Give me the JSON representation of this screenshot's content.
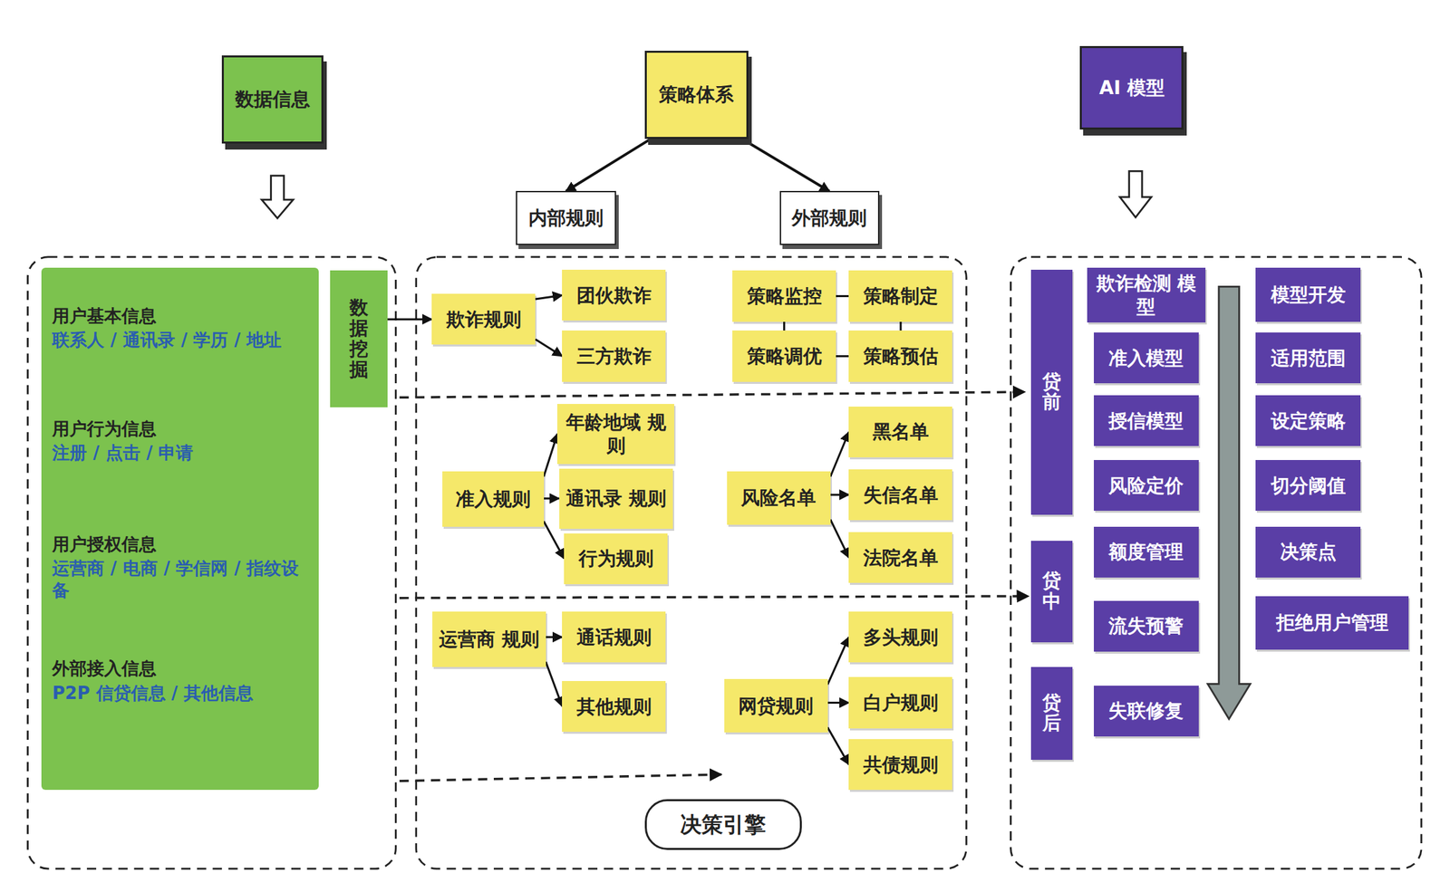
{
  "diagram": {
    "nodes": [
      {
        "text": [
          "数据信息"
        ]
      },
      {
        "text": [
          "策略体系"
        ]
      },
      {
        "text": [
          "AI 模型"
        ]
      },
      {
        "text": [
          "内部规则"
        ]
      },
      {
        "text": [
          "外部规则"
        ]
      },
      {
        "text": [
          "用户基本信息",
          "联系人 / 通讯录 / 学历 / 地址",
          "用户行为信息",
          "注册 / 点击 / 申请",
          "用户授权信息",
          "运营商 / 电商 / 学信网 / 指纹设备",
          "外部接入信息",
          "P2P 信贷信息 / 其他信息"
        ]
      },
      {
        "text": [
          "数据挖掘"
        ]
      },
      {
        "text": [
          "欺诈规则"
        ]
      },
      {
        "text": [
          "团伙欺诈"
        ]
      },
      {
        "text": [
          "三方欺诈"
        ]
      },
      {
        "text": [
          "策略监控"
        ]
      },
      {
        "text": [
          "策略制定"
        ]
      },
      {
        "text": [
          "策略调优"
        ]
      },
      {
        "text": [
          "策略预估"
        ]
      },
      {
        "text": [
          "准入规则"
        ]
      },
      {
        "text": [
          "年龄地域 规则"
        ]
      },
      {
        "text": [
          "通讯录 规则"
        ]
      },
      {
        "text": [
          "行为规则"
        ]
      },
      {
        "text": [
          "风险名单"
        ]
      },
      {
        "text": [
          "黑名单"
        ]
      },
      {
        "text": [
          "失信名单"
        ]
      },
      {
        "text": [
          "法院名单"
        ]
      },
      {
        "text": [
          "运营商 规则"
        ]
      },
      {
        "text": [
          "通话规则"
        ]
      },
      {
        "text": [
          "其他规则"
        ]
      },
      {
        "text": [
          "网贷规则"
        ]
      },
      {
        "text": [
          "多头规则"
        ]
      },
      {
        "text": [
          "白户规则"
        ]
      },
      {
        "text": [
          "共债规则"
        ]
      },
      {
        "text": [
          "决策引擎"
        ]
      },
      {
        "text": [
          "贷前"
        ]
      },
      {
        "text": [
          "贷中"
        ]
      },
      {
        "text": [
          "贷后"
        ]
      },
      {
        "text": [
          "欺诈检测 模型"
        ]
      },
      {
        "text": [
          "准入模型"
        ]
      },
      {
        "text": [
          "授信模型"
        ]
      },
      {
        "text": [
          "风险定价"
        ]
      },
      {
        "text": [
          "额度管理"
        ]
      },
      {
        "text": [
          "流失预警"
        ]
      },
      {
        "text": [
          "失联修复"
        ]
      },
      {
        "text": [
          "模型开发"
        ]
      },
      {
        "text": [
          "适用范围"
        ]
      },
      {
        "text": [
          "设定策略"
        ]
      },
      {
        "text": [
          "切分阈值"
        ]
      },
      {
        "text": [
          "决策点"
        ]
      },
      {
        "text": [
          "拒绝用户管理"
        ]
      }
    ],
    "edges": [
      {
        "from": 1,
        "to": 3,
        "arrow": "to"
      },
      {
        "from": 1,
        "to": 4,
        "arrow": "to"
      },
      {
        "from": 6,
        "to": 7,
        "arrow": "to"
      },
      {
        "from": 7,
        "to": 8,
        "arrow": "to"
      },
      {
        "from": 7,
        "to": 9,
        "arrow": "to"
      },
      {
        "from": 10,
        "to": 11,
        "arrow": "none"
      },
      {
        "from": 10,
        "to": 12,
        "arrow": "none"
      },
      {
        "from": 11,
        "to": 13,
        "arrow": "none"
      },
      {
        "from": 12,
        "to": 13,
        "arrow": "none"
      },
      {
        "from": 14,
        "to": 15,
        "arrow": "to"
      },
      {
        "from": 14,
        "to": 16,
        "arrow": "to"
      },
      {
        "from": 14,
        "to": 17,
        "arrow": "to"
      },
      {
        "from": 18,
        "to": 19,
        "arrow": "to"
      },
      {
        "from": 18,
        "to": 20,
        "arrow": "to"
      },
      {
        "from": 18,
        "to": 21,
        "arrow": "to"
      },
      {
        "from": 22,
        "to": 23,
        "arrow": "to"
      },
      {
        "from": 22,
        "to": 24,
        "arrow": "to"
      },
      {
        "from": 25,
        "to": 26,
        "arrow": "to"
      },
      {
        "from": 25,
        "to": 27,
        "arrow": "to"
      },
      {
        "from": 25,
        "to": 28,
        "arrow": "to"
      }
    ]
  }
}
